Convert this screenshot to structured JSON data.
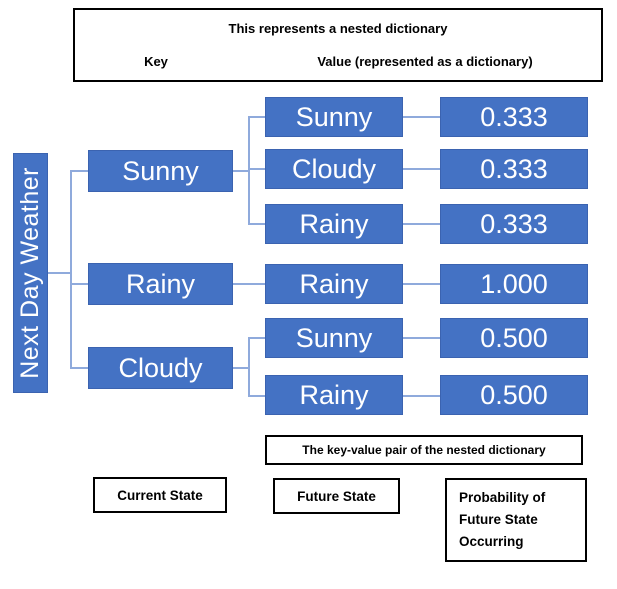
{
  "colors": {
    "node_fill": "#4472C4",
    "node_text": "#ffffff",
    "connector": "#8FAADC",
    "outline": "#000000"
  },
  "header": {
    "title": "This represents a nested dictionary",
    "key_label": "Key",
    "value_label": "Value (represented as a dictionary)"
  },
  "root": {
    "label": "Next Day Weather"
  },
  "tree": {
    "groups": [
      {
        "current": "Sunny",
        "children": [
          {
            "future": "Sunny",
            "probability": "0.333"
          },
          {
            "future": "Cloudy",
            "probability": "0.333"
          },
          {
            "future": "Rainy",
            "probability": "0.333"
          }
        ]
      },
      {
        "current": "Rainy",
        "children": [
          {
            "future": "Rainy",
            "probability": "1.000"
          }
        ]
      },
      {
        "current": "Cloudy",
        "children": [
          {
            "future": "Sunny",
            "probability": "0.500"
          },
          {
            "future": "Rainy",
            "probability": "0.500"
          }
        ]
      }
    ]
  },
  "annotations": {
    "nested_pair_note": "The key-value pair of the nested dictionary",
    "current_state": "Current State",
    "future_state": "Future State",
    "probability": "Probability of Future State Occurring"
  }
}
